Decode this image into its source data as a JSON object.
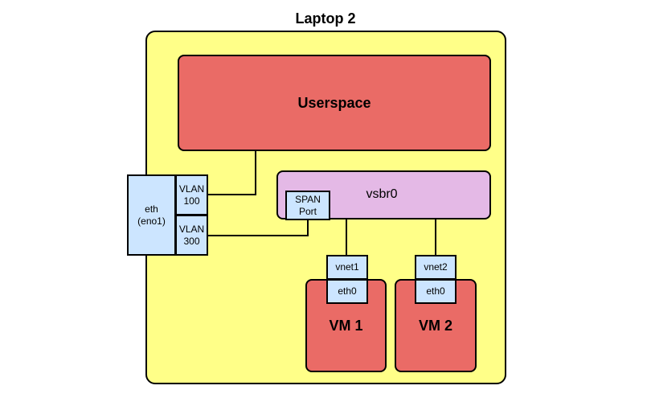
{
  "title": "Laptop 2",
  "userspace": {
    "label": "Userspace"
  },
  "bridge": {
    "label": "vsbr0"
  },
  "span_port": {
    "line1": "SPAN",
    "line2": "Port"
  },
  "eth": {
    "line1": "eth",
    "line2": "(eno1)"
  },
  "vlan100": {
    "line1": "VLAN",
    "line2": "100"
  },
  "vlan300": {
    "line1": "VLAN",
    "line2": "300"
  },
  "vm1": {
    "label": "VM 1",
    "vnet": "vnet1",
    "eth": "eth0"
  },
  "vm2": {
    "label": "VM 2",
    "vnet": "vnet2",
    "eth": "eth0"
  },
  "colors": {
    "laptop_fill": "#ffff88",
    "userspace_fill": "#ea6b66",
    "bridge_fill": "#e4b9e6",
    "interface_fill": "#cce5ff",
    "vm_fill": "#ea6b66"
  }
}
